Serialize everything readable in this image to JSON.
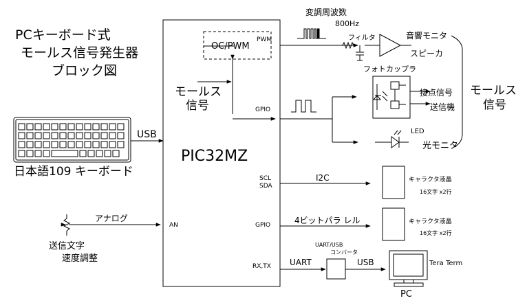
{
  "title": {
    "line1": "PCキーボード式",
    "line2": "モールス信号発生器",
    "line3": "ブロック図"
  },
  "mcu": {
    "name": "PIC32MZ",
    "ocpwm": "OC/PWM",
    "pins": {
      "pwm": "PWM",
      "gpio_morse": "GPIO",
      "scl": "SCL",
      "sda": "SDA",
      "gpio_lcd": "GPIO",
      "rxtx": "RX,TX",
      "an": "AN"
    }
  },
  "keyboard": {
    "label": "日本語109 キーボード",
    "bus": "USB"
  },
  "morse_internal": {
    "line1": "モールス",
    "line2": "信号"
  },
  "audio": {
    "freq_line1": "変調周波数",
    "freq_line2": "800Hz",
    "filter": "フィルタ",
    "monitor": "音響モニタ",
    "speaker": "スピーカ"
  },
  "photocoupler": {
    "label": "フォトカップラ",
    "out_line1": "接点信号",
    "out_line2": "送信機"
  },
  "led": {
    "label": "LED",
    "monitor": "光モニタ"
  },
  "morse_output": {
    "line1": "モールス",
    "line2": "信号"
  },
  "lcd1": {
    "bus": "I2C",
    "line1": "キャラクタ液晶",
    "line2": "16文字 x2行"
  },
  "lcd2": {
    "bus": "4ビットパラ レル",
    "line1": "キャラクタ液晶",
    "line2": "16文字 x2行"
  },
  "speed": {
    "bus": "アナログ",
    "line1": "送信文字",
    "line2": "速度調整"
  },
  "pc_link": {
    "uart": "UART",
    "converter_line1": "UART/USB",
    "converter_line2": "コンバータ",
    "usb": "USB",
    "terminal": "Tera Term",
    "pc": "PC"
  }
}
